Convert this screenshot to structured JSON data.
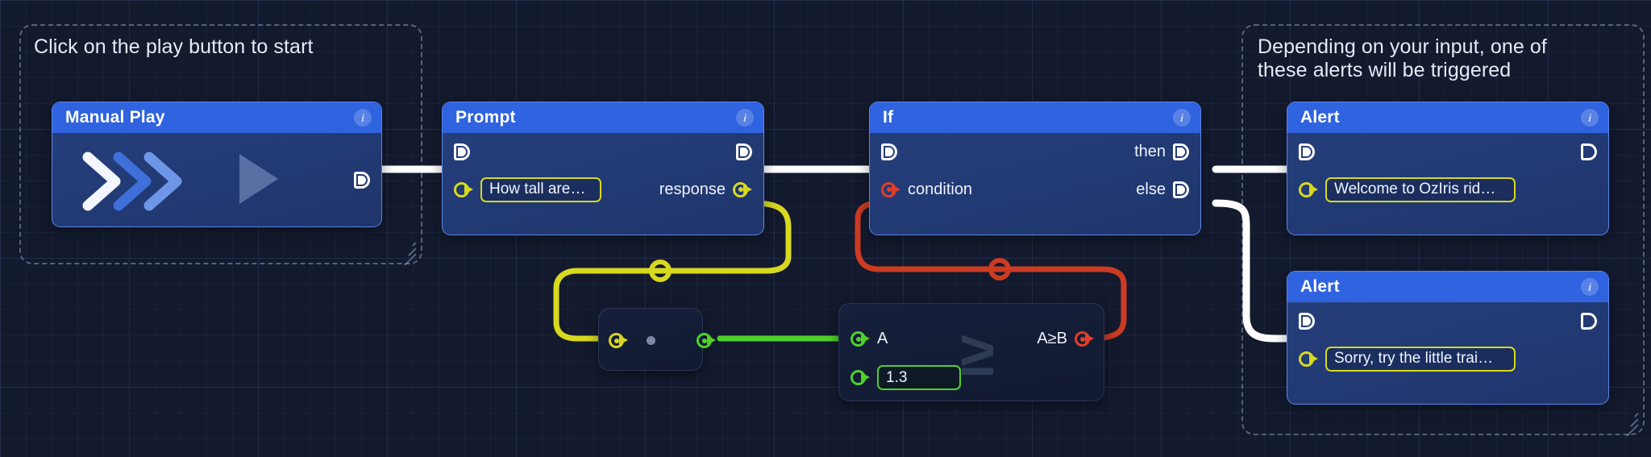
{
  "app": {
    "canvas_background": "#131a2e",
    "accent_node_header": "#2f63df",
    "wire_colors": {
      "flow": "#ffffff",
      "string": "#d8d81f",
      "number": "#4fd12a",
      "boolean": "#e23d28"
    }
  },
  "groups": [
    {
      "id": "start-group",
      "title": "Click on the play button to start"
    },
    {
      "id": "alerts-group",
      "title": "Depending on your input, one of\nthese alerts will be triggered"
    }
  ],
  "nodes": {
    "manual_play": {
      "title": "Manual Play",
      "info_label": "i",
      "out_flow": "D"
    },
    "prompt": {
      "title": "Prompt",
      "info_label": "i",
      "in_flow": "D",
      "out_flow": "D",
      "question_value": "How tall are…",
      "response_label": "response"
    },
    "if": {
      "title": "If",
      "info_label": "i",
      "in_flow": "D",
      "condition_label": "condition",
      "then_label": "then",
      "then_flow": "D",
      "else_label": "else",
      "else_flow": "D"
    },
    "alert_then": {
      "title": "Alert",
      "info_label": "i",
      "in_flow": "D",
      "out_flow": "D",
      "message_value": "Welcome to OzIris rid…"
    },
    "alert_else": {
      "title": "Alert",
      "info_label": "i",
      "in_flow": "D",
      "out_flow": "D",
      "message_value": "Sorry, try the little trai…"
    },
    "converter": {
      "name": "to-number-converter"
    },
    "compare": {
      "name": "greater-or-equal",
      "input_a_label": "A",
      "input_b_value": "1.3",
      "output_label": "A≥B",
      "operator_glyph": "≥"
    }
  }
}
